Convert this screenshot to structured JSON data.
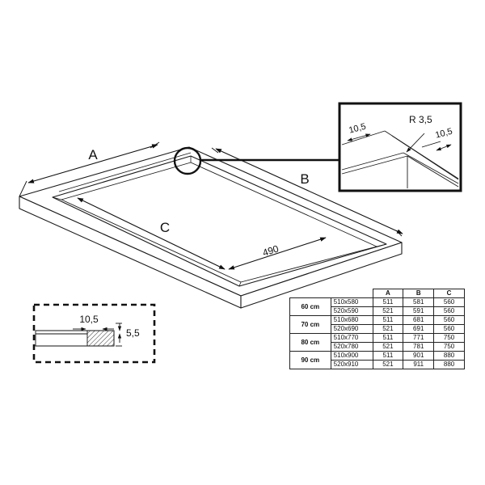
{
  "labels": {
    "a": "A",
    "b": "B",
    "c": "C",
    "inner_width": "490",
    "zoom_left": "10,5",
    "zoom_radius": "R 3,5",
    "zoom_right": "10,5",
    "section_width": "10,5",
    "section_height": "5,5"
  },
  "table": {
    "headers": [
      "A",
      "B",
      "C"
    ],
    "groups": [
      {
        "width": "60 cm",
        "rows": [
          {
            "size": "510x580",
            "a": "511",
            "b": "581",
            "c": "560"
          },
          {
            "size": "520x590",
            "a": "521",
            "b": "591",
            "c": "560"
          }
        ]
      },
      {
        "width": "70 cm",
        "rows": [
          {
            "size": "510x680",
            "a": "511",
            "b": "681",
            "c": "560"
          },
          {
            "size": "520x690",
            "a": "521",
            "b": "691",
            "c": "560"
          }
        ]
      },
      {
        "width": "80 cm",
        "rows": [
          {
            "size": "510x770",
            "a": "511",
            "b": "771",
            "c": "750"
          },
          {
            "size": "520x780",
            "a": "521",
            "b": "781",
            "c": "750"
          }
        ]
      },
      {
        "width": "90 cm",
        "rows": [
          {
            "size": "510x900",
            "a": "511",
            "b": "901",
            "c": "880"
          },
          {
            "size": "520x910",
            "a": "521",
            "b": "911",
            "c": "880"
          }
        ]
      }
    ]
  }
}
